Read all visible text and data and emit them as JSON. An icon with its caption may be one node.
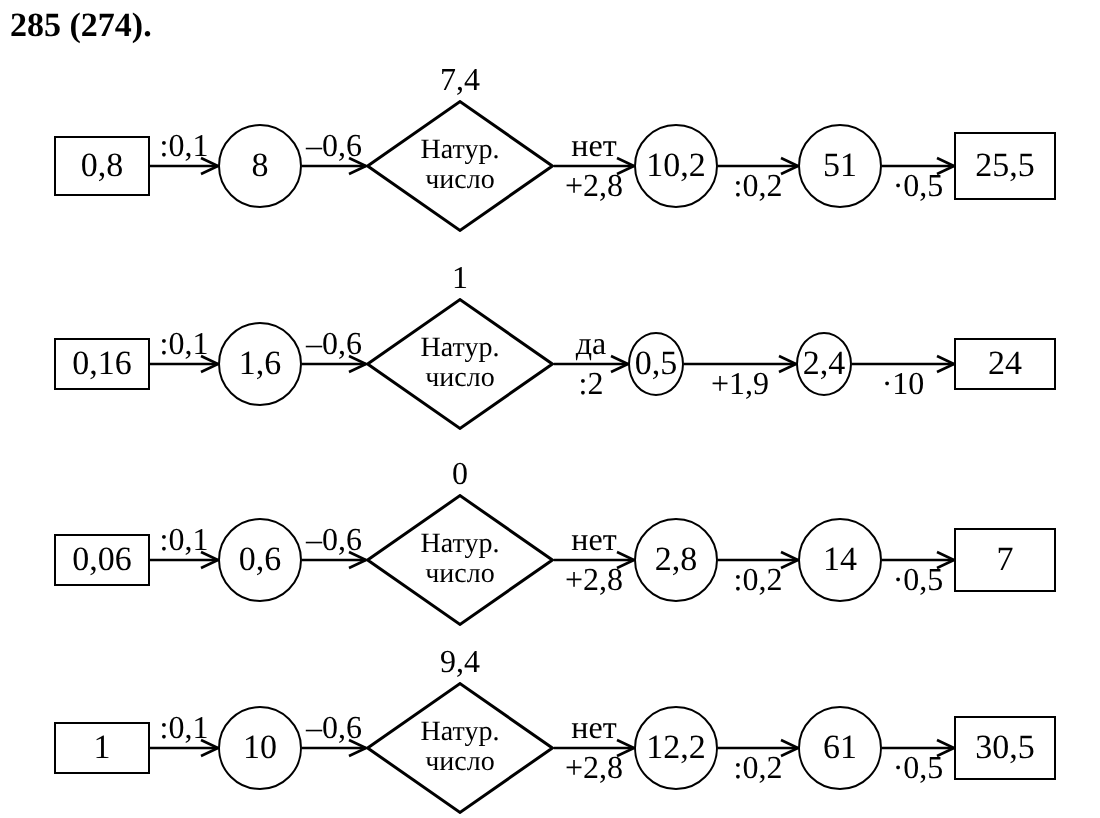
{
  "diagram": {
    "title": "285 (274).",
    "nodes": [
      {
        "text": [
          "0,8"
        ]
      },
      {
        "text": [
          "8"
        ]
      },
      {
        "text": [
          "Натур. число"
        ],
        "beside": [
          "7,4"
        ]
      },
      {
        "text": [
          "10,2"
        ]
      },
      {
        "text": [
          "51"
        ]
      },
      {
        "text": [
          "25,5"
        ]
      },
      {
        "text": [
          "0,16"
        ]
      },
      {
        "text": [
          "1,6"
        ]
      },
      {
        "text": [
          "Натур. число"
        ],
        "beside": [
          "1"
        ]
      },
      {
        "text": [
          "0,5"
        ]
      },
      {
        "text": [
          "2,4"
        ]
      },
      {
        "text": [
          "24"
        ]
      },
      {
        "text": [
          "0,06"
        ]
      },
      {
        "text": [
          "0,6"
        ]
      },
      {
        "text": [
          "Натур. число"
        ],
        "beside": [
          "0"
        ]
      },
      {
        "text": [
          "2,8"
        ]
      },
      {
        "text": [
          "14"
        ]
      },
      {
        "text": [
          "7"
        ]
      },
      {
        "text": [
          "1"
        ]
      },
      {
        "text": [
          "10"
        ]
      },
      {
        "text": [
          "Натур. число"
        ],
        "beside": [
          "9,4"
        ]
      },
      {
        "text": [
          "12,2"
        ]
      },
      {
        "text": [
          "61"
        ]
      },
      {
        "text": [
          "30,5"
        ]
      }
    ],
    "edges": [
      {
        "from": 0,
        "to": 1,
        "arrow": "to",
        "label": ":0,1"
      },
      {
        "from": 1,
        "to": 2,
        "arrow": "to",
        "label": "–0,6"
      },
      {
        "from": 2,
        "to": 3,
        "arrow": "to",
        "label": "+2,8"
      },
      {
        "from": 3,
        "to": 4,
        "arrow": "to",
        "label": ":0,2"
      },
      {
        "from": 4,
        "to": 5,
        "arrow": "to",
        "label": "·0,5"
      },
      {
        "from": 6,
        "to": 7,
        "arrow": "to",
        "label": ":0,1"
      },
      {
        "from": 7,
        "to": 8,
        "arrow": "to",
        "label": "–0,6"
      },
      {
        "from": 8,
        "to": 9,
        "arrow": "to",
        "label": ":2"
      },
      {
        "from": 9,
        "to": 10,
        "arrow": "to",
        "label": "+1,9"
      },
      {
        "from": 10,
        "to": 11,
        "arrow": "to",
        "label": "·10"
      },
      {
        "from": 12,
        "to": 13,
        "arrow": "to",
        "label": ":0,1"
      },
      {
        "from": 13,
        "to": 14,
        "arrow": "to",
        "label": "–0,6"
      },
      {
        "from": 14,
        "to": 15,
        "arrow": "to",
        "label": "+2,8"
      },
      {
        "from": 15,
        "to": 16,
        "arrow": "to",
        "label": ":0,2"
      },
      {
        "from": 16,
        "to": 17,
        "arrow": "to",
        "label": "·0,5"
      },
      {
        "from": 18,
        "to": 19,
        "arrow": "to",
        "label": ":0,1"
      },
      {
        "from": 19,
        "to": 20,
        "arrow": "to",
        "label": "–0,6"
      },
      {
        "from": 20,
        "to": 21,
        "arrow": "to",
        "label": "+2,8"
      },
      {
        "from": 21,
        "to": 22,
        "arrow": "to",
        "label": ":0,2"
      },
      {
        "from": 22,
        "to": 23,
        "arrow": "to",
        "label": "·0,5"
      }
    ],
    "labels": [
      "нет",
      "да",
      "нет",
      "нет"
    ]
  }
}
